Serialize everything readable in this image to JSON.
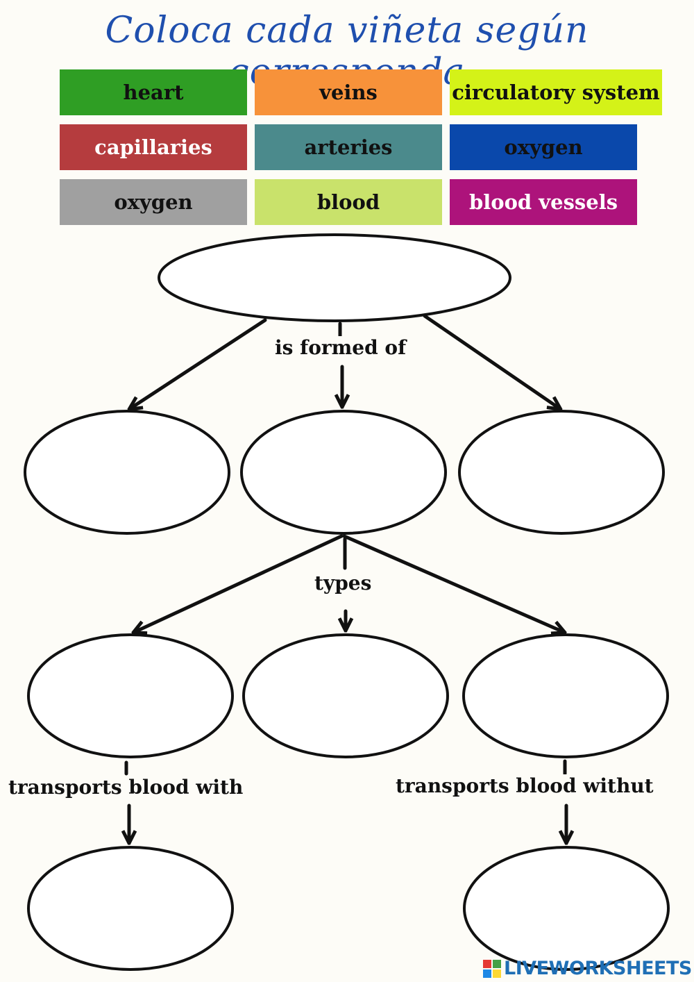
{
  "title": "Coloca cada viñeta según corresponda",
  "tiles": [
    {
      "label": "heart",
      "bg": "#2f9e24",
      "color": "#111111"
    },
    {
      "label": "veins",
      "bg": "#f7923a",
      "color": "#111111"
    },
    {
      "label": "circulatory system",
      "bg": "#d4f218",
      "color": "#111111"
    },
    {
      "label": "capillaries",
      "bg": "#b53c3e",
      "color": "#ffffff"
    },
    {
      "label": "arteries",
      "bg": "#4b8a8c",
      "color": "#111111"
    },
    {
      "label": "oxygen",
      "bg": "#0a48ab",
      "color": "#111111"
    },
    {
      "label": "oxygen",
      "bg": "#a0a0a0",
      "color": "#111111"
    },
    {
      "label": "blood",
      "bg": "#c9e26b",
      "color": "#111111"
    },
    {
      "label": "blood vessels",
      "bg": "#ad137b",
      "color": "#ffffff"
    }
  ],
  "connectors": {
    "formed": "is formed of",
    "types": "types",
    "with": "transports blood with",
    "without": "transports blood withut"
  },
  "footer": {
    "brand": "LIVEWORKSHEETS",
    "mark_colors": [
      "#e53935",
      "#43a047",
      "#1e88e5",
      "#fdd835"
    ]
  }
}
